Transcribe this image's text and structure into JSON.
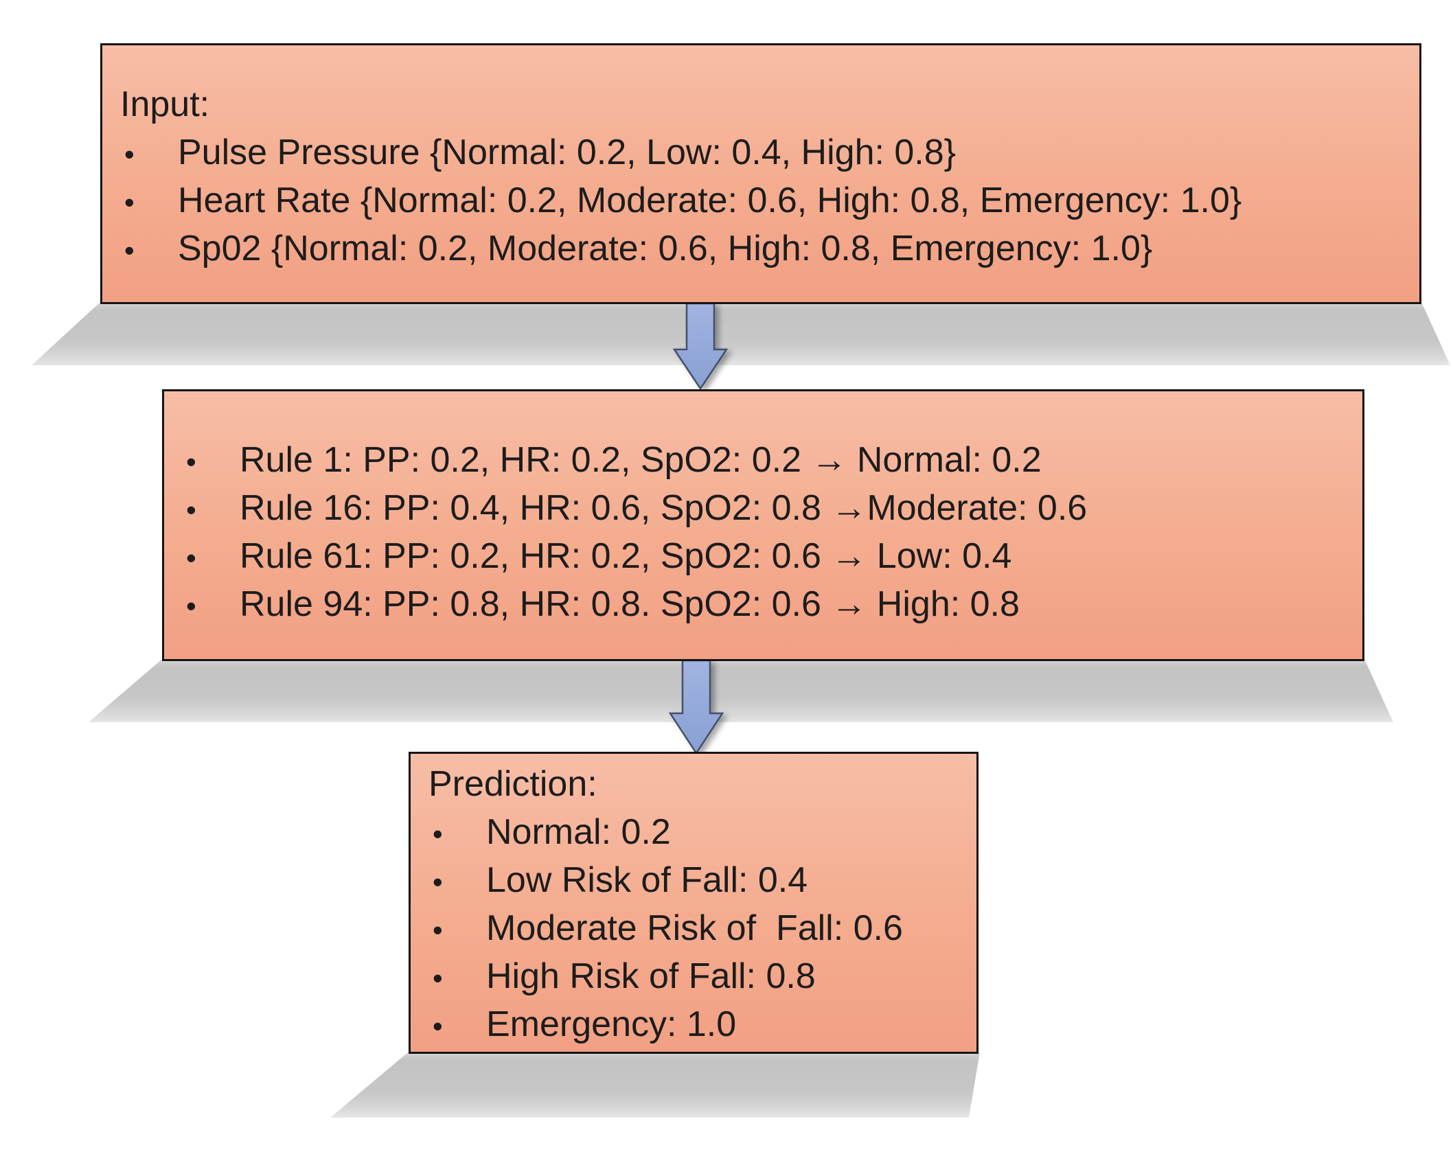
{
  "diagram": {
    "description": "Fuzzy rule flow diagram: inputs feed rules which produce fall-risk prediction"
  },
  "ui": {
    "bullet": "•"
  },
  "colors": {
    "box_fill_top": "#f7bda6",
    "box_fill_mid": "#f4ad90",
    "box_fill_bot": "#f2a083",
    "box_border": "#141414",
    "text": "#1c1c1c",
    "arrow_fill_top": "#a2b4e1",
    "arrow_fill_bot": "#87a0d3",
    "arrow_border": "#45506b",
    "shadow_gray": "#c9c9c9"
  },
  "boxes": {
    "input": {
      "title": "Input:",
      "items": [
        "Pulse Pressure {Normal: 0.2, Low: 0.4, High: 0.8}",
        "Heart Rate {Normal: 0.2, Moderate: 0.6, High: 0.8, Emergency: 1.0}",
        "Sp02 {Normal: 0.2, Moderate: 0.6, High: 0.8, Emergency: 1.0}"
      ]
    },
    "rules": {
      "items": [
        "Rule 1: PP: 0.2, HR: 0.2, SpO2: 0.2 → Normal: 0.2",
        "Rule 16: PP: 0.4, HR: 0.6, SpO2: 0.8 →Moderate: 0.6",
        "Rule 61: PP: 0.2, HR: 0.2, SpO2: 0.6 → Low: 0.4",
        "Rule 94: PP: 0.8, HR: 0.8. SpO2: 0.6 → High: 0.8"
      ]
    },
    "prediction": {
      "title": "Prediction:",
      "items": [
        "Normal: 0.2",
        "Low Risk of Fall: 0.4",
        "Moderate Risk of  Fall: 0.6",
        "High Risk of Fall: 0.8",
        "Emergency: 1.0"
      ]
    }
  }
}
